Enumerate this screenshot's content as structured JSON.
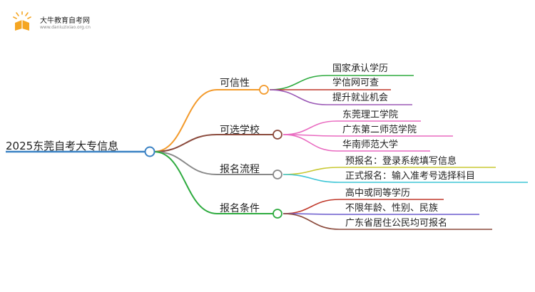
{
  "logo": {
    "icon": "book-sparkle-logo",
    "title": "大牛教育自考网",
    "subtitle": "www.daniuzixiao.org.cn"
  },
  "mindmap": {
    "root": "2025东莞自考大专信息",
    "root_color": "#3b82c4",
    "branches": [
      {
        "label": "可信性",
        "color": "#f39a2b",
        "leaves": [
          {
            "label": "国家承认学历",
            "color": "#2eab3f"
          },
          {
            "label": "学信网可查",
            "color": "#c0392b"
          },
          {
            "label": "提升就业机会",
            "color": "#9b59b6"
          }
        ]
      },
      {
        "label": "可选学校",
        "color": "#8b4a3c",
        "leaves": [
          {
            "label": "东莞理工学院",
            "color": "#e96ac0"
          },
          {
            "label": "广东第二师范学院",
            "color": "#e96ac0"
          },
          {
            "label": "华南师范大学",
            "color": "#e96ac0"
          }
        ]
      },
      {
        "label": "报名流程",
        "color": "#888888",
        "leaves": [
          {
            "label": "预报名：登录系统填写信息",
            "color": "#c8c832"
          },
          {
            "label": "正式报名：输入准考号选择科目",
            "color": "#3ec6d6"
          }
        ]
      },
      {
        "label": "报名条件",
        "color": "#2eab3f",
        "leaves": [
          {
            "label": "高中或同等学历",
            "color": "#c0392b"
          },
          {
            "label": "不限年龄、性别、民族",
            "color": "#6a5acd"
          },
          {
            "label": "广东省居住公民均可报名",
            "color": "#8b4a3c"
          }
        ]
      }
    ]
  }
}
